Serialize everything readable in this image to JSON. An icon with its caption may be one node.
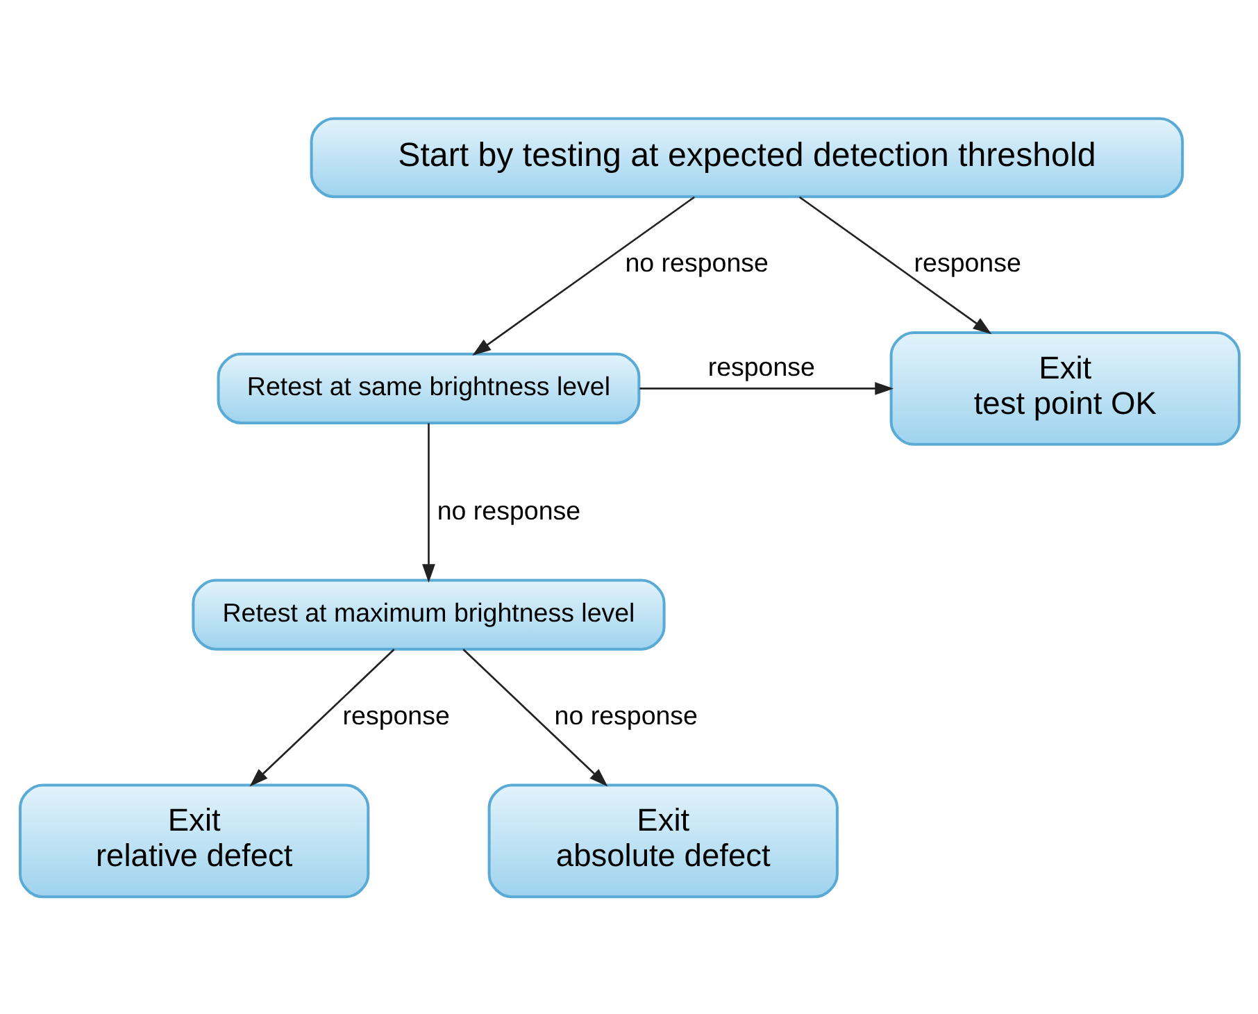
{
  "diagram": {
    "nodes": [
      {
        "text": [
          "Start by testing at expected detection threshold"
        ]
      },
      {
        "text": [
          "Exit",
          "test point OK"
        ]
      },
      {
        "text": [
          "Retest at same brightness level"
        ]
      },
      {
        "text": [
          "Retest at maximum brightness level"
        ]
      },
      {
        "text": [
          "Exit",
          "relative defect"
        ]
      },
      {
        "text": [
          "Exit",
          "absolute defect"
        ]
      }
    ],
    "edges": [
      {
        "from": 0,
        "to": 1,
        "arrow": "to",
        "label": "response"
      },
      {
        "from": 0,
        "to": 2,
        "arrow": "to",
        "label": "no response"
      },
      {
        "from": 2,
        "to": 1,
        "arrow": "to",
        "label": "response"
      },
      {
        "from": 2,
        "to": 3,
        "arrow": "to",
        "label": "no response"
      },
      {
        "from": 3,
        "to": 4,
        "arrow": "to",
        "label": "response"
      },
      {
        "from": 3,
        "to": 5,
        "arrow": "to",
        "label": "no response"
      }
    ]
  }
}
